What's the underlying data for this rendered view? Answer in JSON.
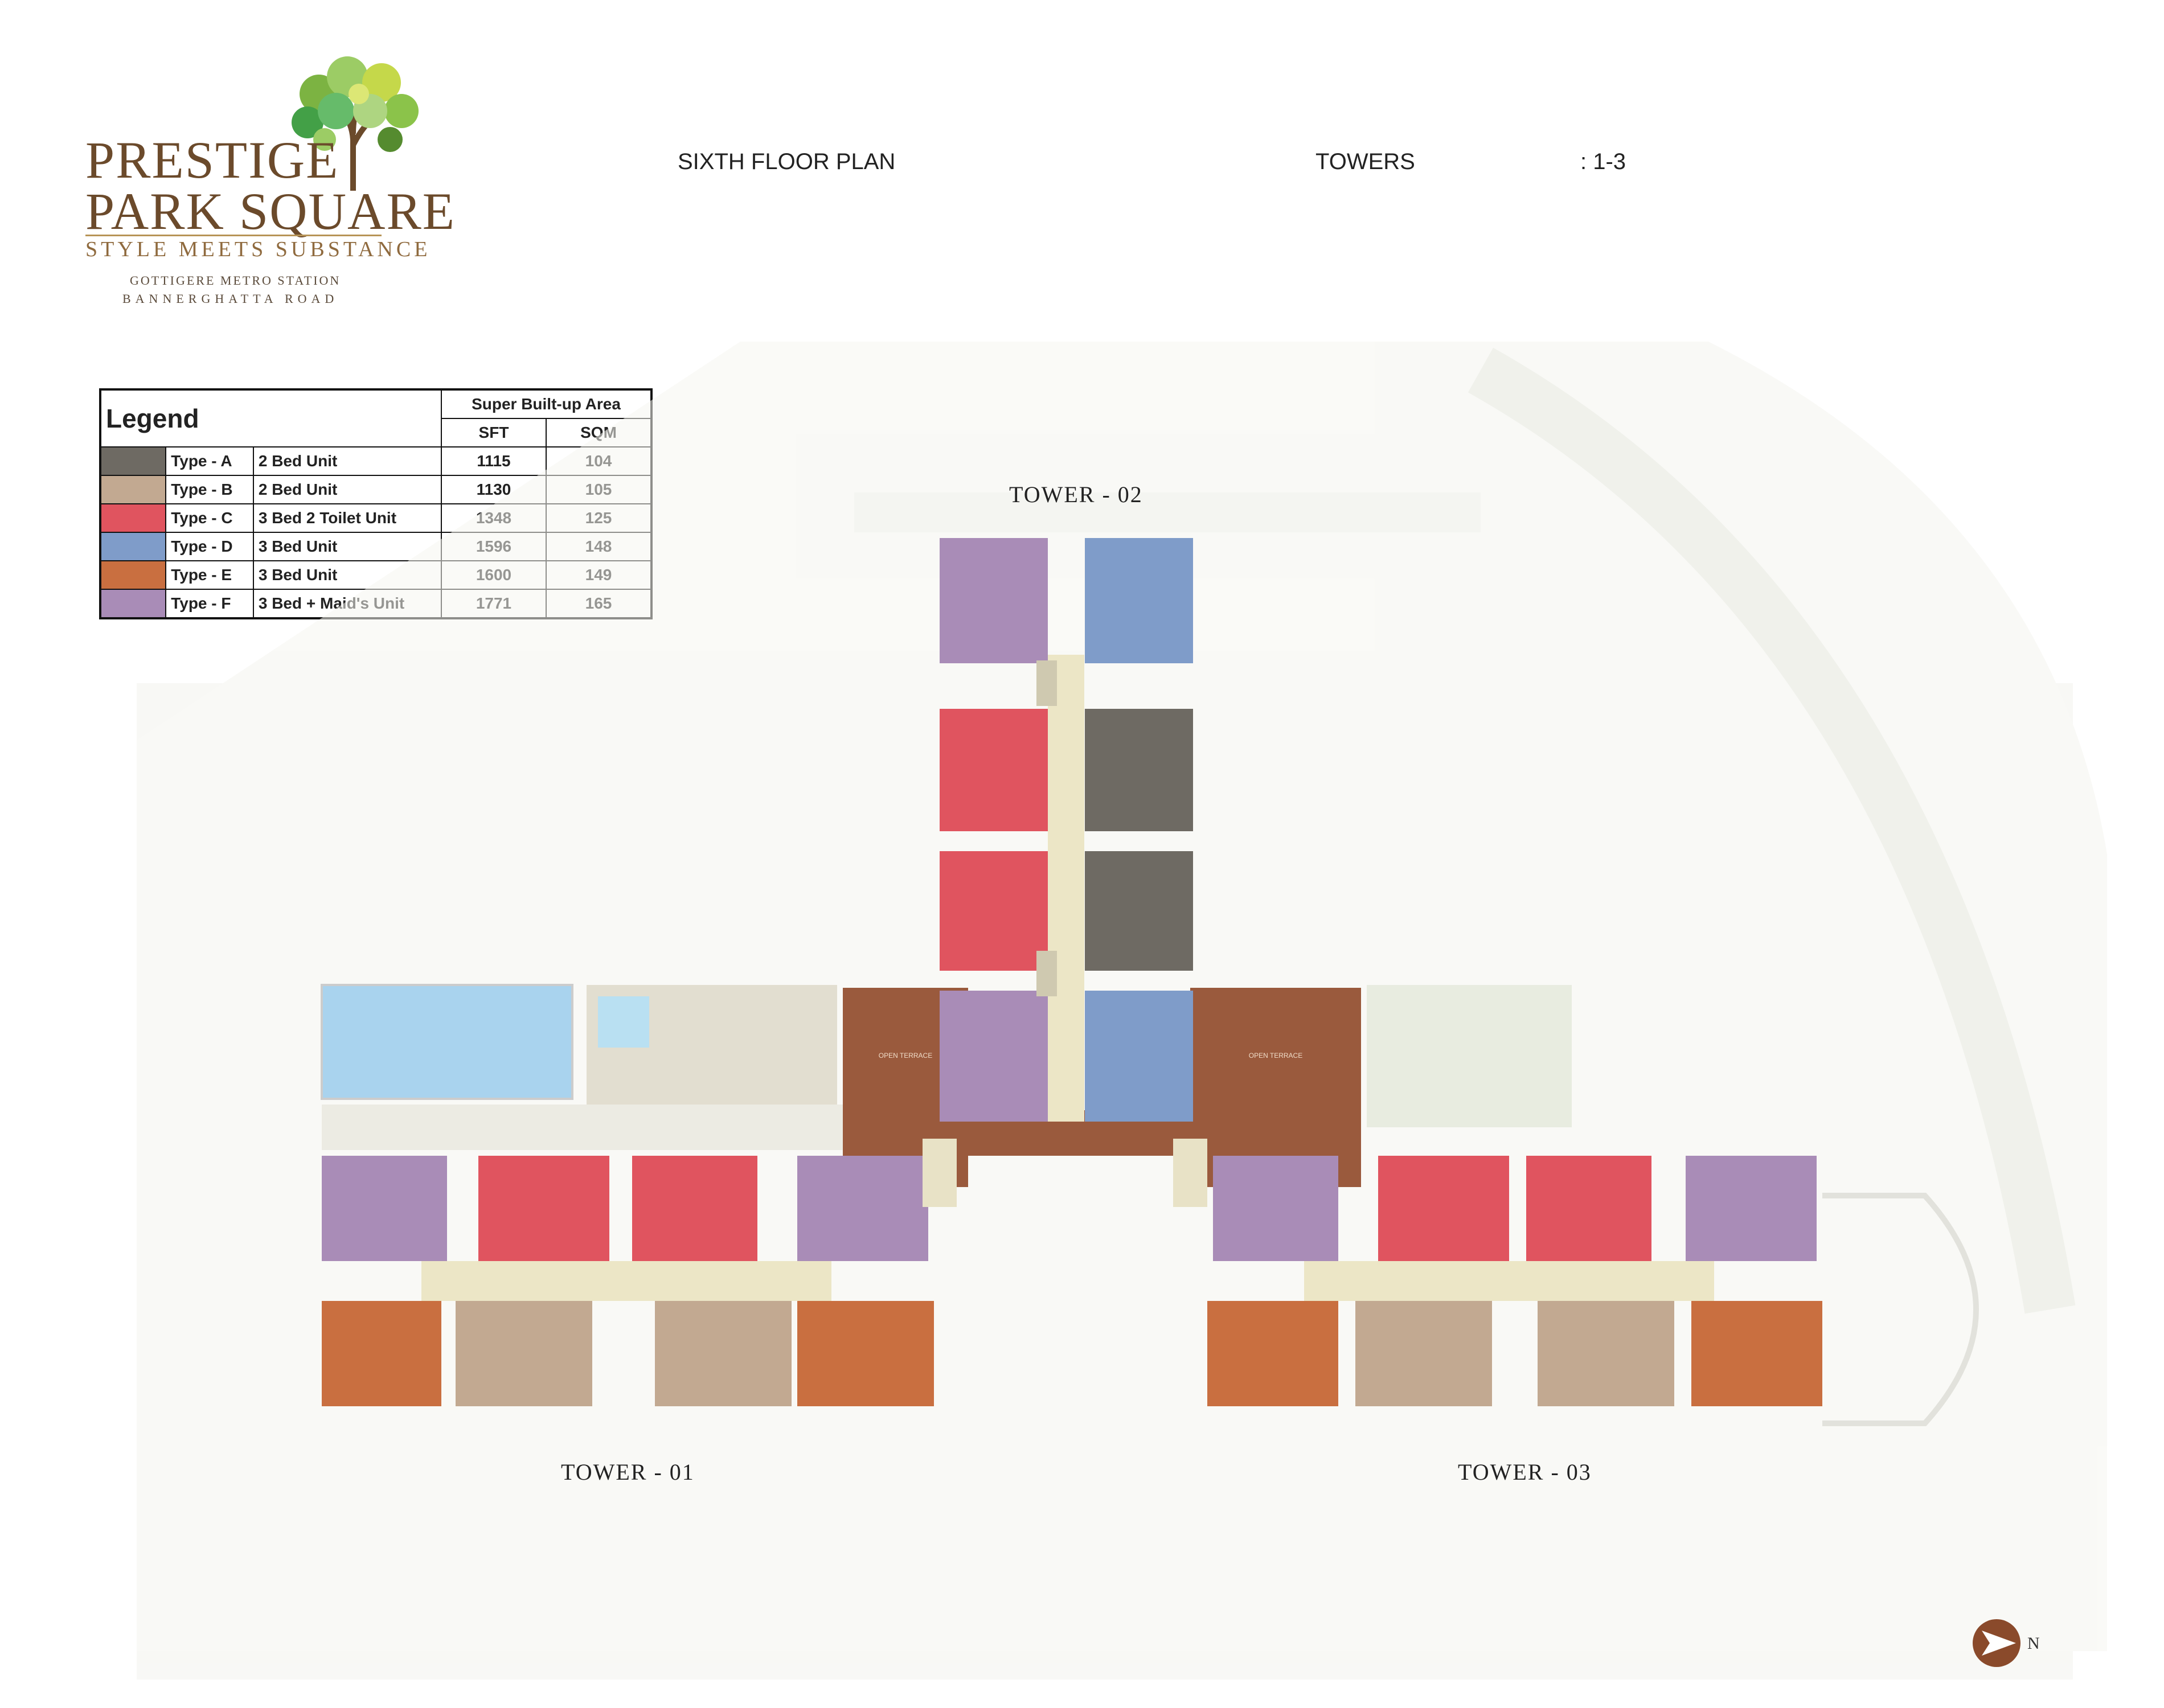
{
  "brand": {
    "name_line1": "PRESTIGE",
    "name_line2": "PARK SQUARE",
    "tagline": "STYLE MEETS SUBSTANCE",
    "location_line1": "GOTTIGERE METRO STATION",
    "location_line2": "BANNERGHATTA ROAD"
  },
  "header": {
    "plan_title": "SIXTH FLOOR PLAN",
    "towers_label": "TOWERS",
    "towers_value": ": 1-3"
  },
  "legend": {
    "title": "Legend",
    "area_header": "Super Built-up Area",
    "col_sft": "SFT",
    "col_sqm": "SQM",
    "rows": [
      {
        "type": "Type - A",
        "desc": "2 Bed Unit",
        "sft": "1115",
        "sqm": "104",
        "color": "#6e6a63"
      },
      {
        "type": "Type - B",
        "desc": "2 Bed Unit",
        "sft": "1130",
        "sqm": "105",
        "color": "#c2a991"
      },
      {
        "type": "Type - C",
        "desc": "3 Bed 2 Toilet Unit",
        "sft": "1348",
        "sqm": "125",
        "color": "#e0545f"
      },
      {
        "type": "Type - D",
        "desc": "3 Bed Unit",
        "sft": "1596",
        "sqm": "148",
        "color": "#7f9cc9"
      },
      {
        "type": "Type - E",
        "desc": "3 Bed Unit",
        "sft": "1600",
        "sqm": "149",
        "color": "#c96f40"
      },
      {
        "type": "Type - F",
        "desc": "3 Bed + Maid's Unit",
        "sft": "1771",
        "sqm": "165",
        "color": "#a98cb7"
      }
    ]
  },
  "towers": {
    "tower1": "TOWER - 01",
    "tower2": "TOWER - 02",
    "tower3": "TOWER - 03"
  },
  "terraces": {
    "left": "OPEN TERRACE",
    "right": "OPEN TERRACE"
  },
  "compass": {
    "label": "N"
  },
  "colors": {
    "corridor": "#ece6c6",
    "terrace": "#9a5a3d",
    "pool": "#a9d3ee",
    "ground": "#f3f3ee"
  }
}
